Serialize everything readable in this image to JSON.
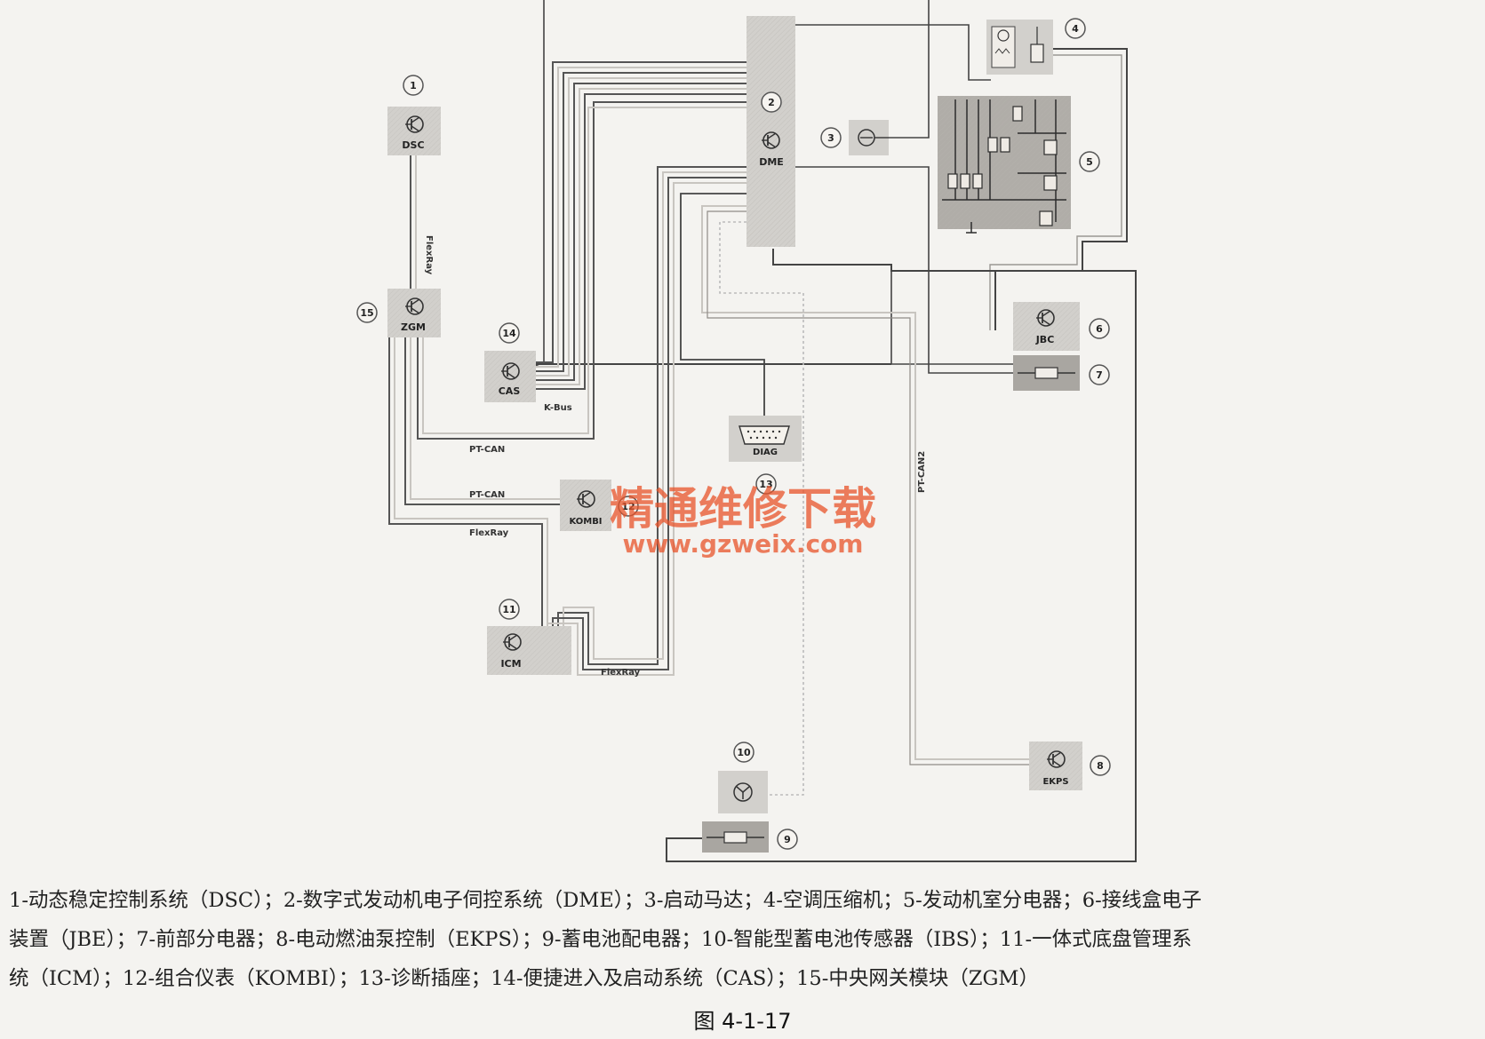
{
  "modules": [
    {
      "num": "1",
      "label": "DSC"
    },
    {
      "num": "2",
      "label": "DME"
    },
    {
      "num": "3",
      "label": ""
    },
    {
      "num": "4",
      "label": ""
    },
    {
      "num": "5",
      "label": ""
    },
    {
      "num": "6",
      "label": "JBC"
    },
    {
      "num": "7",
      "label": ""
    },
    {
      "num": "8",
      "label": "EKPS"
    },
    {
      "num": "9",
      "label": ""
    },
    {
      "num": "10",
      "label": ""
    },
    {
      "num": "11",
      "label": "ICM"
    },
    {
      "num": "12",
      "label": "KOMBI"
    },
    {
      "num": "13",
      "label": "DIAG"
    },
    {
      "num": "14",
      "label": "CAS"
    },
    {
      "num": "15",
      "label": "ZGM"
    }
  ],
  "bus_labels": {
    "flexray_dsc": "FlexRay",
    "kbus": "K-Bus",
    "ptcan_top": "PT-CAN",
    "ptcan_mid": "PT-CAN",
    "flexray_mid": "FlexRay",
    "flexray_bottom": "FlexRay",
    "ptcan2": "PT-CAN2"
  },
  "watermark": {
    "cn": "精通维修下载",
    "url": "www.gzweix.com"
  },
  "caption": {
    "lines": [
      "1-动态稳定控制系统（DSC）；2-数字式发动机电子伺控系统（DME）；3-启动马达；4-空调压缩机；5-发动机室分电器；6-接线盒电子",
      "装置（JBE）；7-前部分电器；8-电动燃油泵控制（EKPS）；9-蓄电池配电器；10-智能型蓄电池传感器（IBS）；11-一体式底盘管理系",
      "统（ICM）；12-组合仪表（KOMBI）；13-诊断插座；14-便捷进入及启动系统（CAS）；15-中央网关模块（ZGM）"
    ],
    "figure_title": "图 4-1-17"
  },
  "colors": {
    "module_fill": "#d2d0cc",
    "wire_dark": "#444444",
    "wire_light": "#bdbab5",
    "watermark": "#e8542a"
  }
}
